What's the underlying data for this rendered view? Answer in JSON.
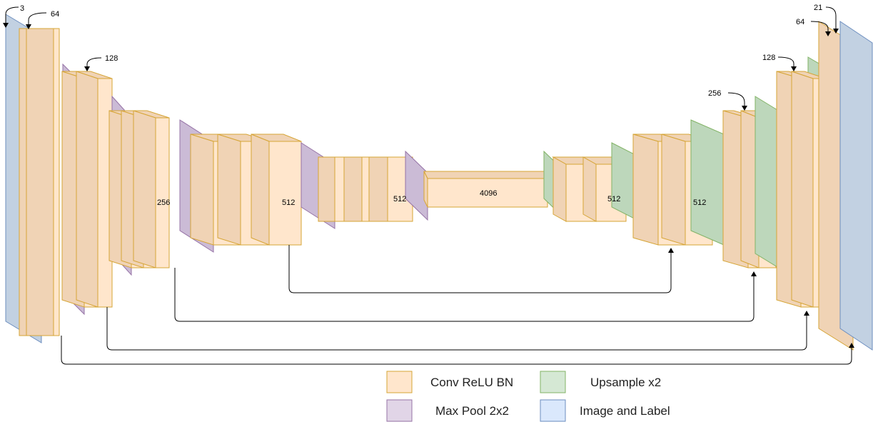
{
  "colors": {
    "conv_front": "#ffe6cc",
    "conv_side": "#f0d3b5",
    "conv_stroke": "#d6a536",
    "pool_front": "#e1d5e7",
    "pool_side": "#cbbbd6",
    "pool_stroke": "#9673a6",
    "up_front": "#d5e8d4",
    "up_side": "#bdd7bb",
    "up_stroke": "#82b366",
    "img_front": "#dae8fc",
    "img_side": "#c2d1e2",
    "img_stroke": "#6c8ebf",
    "arrow": "#000000"
  },
  "layers": [
    {
      "type": "image"
    },
    {
      "type": "conv"
    },
    {
      "type": "conv"
    },
    {
      "type": "pool"
    },
    {
      "type": "conv"
    },
    {
      "type": "conv"
    },
    {
      "type": "pool"
    },
    {
      "type": "conv"
    },
    {
      "type": "conv"
    },
    {
      "type": "conv"
    },
    {
      "type": "pool"
    },
    {
      "type": "conv"
    },
    {
      "type": "conv"
    },
    {
      "type": "conv"
    },
    {
      "type": "pool"
    },
    {
      "type": "conv"
    },
    {
      "type": "conv"
    },
    {
      "type": "conv"
    },
    {
      "type": "pool"
    },
    {
      "type": "conv"
    },
    {
      "type": "upsample"
    },
    {
      "type": "conv"
    },
    {
      "type": "conv"
    },
    {
      "type": "upsample"
    },
    {
      "type": "conv"
    },
    {
      "type": "conv"
    },
    {
      "type": "upsample"
    },
    {
      "type": "conv"
    },
    {
      "type": "conv"
    },
    {
      "type": "upsample"
    },
    {
      "type": "conv"
    },
    {
      "type": "upsample"
    },
    {
      "type": "conv"
    },
    {
      "type": "conv"
    },
    {
      "type": "image"
    }
  ],
  "labels": {
    "input_channels": "3",
    "enc_64": "64",
    "enc_128": "128",
    "enc_256": "256",
    "enc_512_a": "512",
    "enc_512_b": "512",
    "fc_4096": "4096",
    "dec_512_a": "512",
    "dec_512_b": "512",
    "dec_256": "256",
    "dec_128": "128",
    "dec_64": "64",
    "output_classes": "21"
  },
  "legend": {
    "conv": "Conv ReLU BN",
    "upsample": "Upsample x2",
    "pool": "Max Pool 2x2",
    "image": "Image and Label"
  }
}
